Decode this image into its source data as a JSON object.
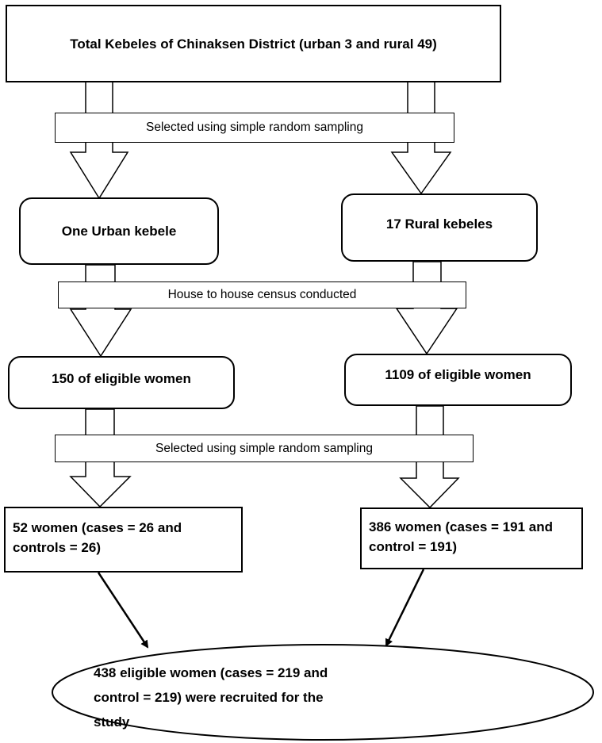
{
  "diagram": {
    "top_box": "Total Kebeles of Chinaksen District (urban 3 and rural 49)",
    "sampling_step_1": "Selected using simple random sampling",
    "urban_kebele": "One Urban kebele",
    "rural_kebele": "17 Rural kebeles",
    "census_step": "House to house census conducted",
    "urban_eligible": "150 of eligible women",
    "rural_eligible": "1109 of eligible women",
    "sampling_step_2": "Selected using simple random sampling",
    "urban_sample": "52 women (cases = 26 and controls = 26)",
    "rural_sample": "386 women (cases = 191 and control = 191)",
    "final_sample": "438 eligible women (cases = 219 and control = 219) were recruited for the study"
  }
}
